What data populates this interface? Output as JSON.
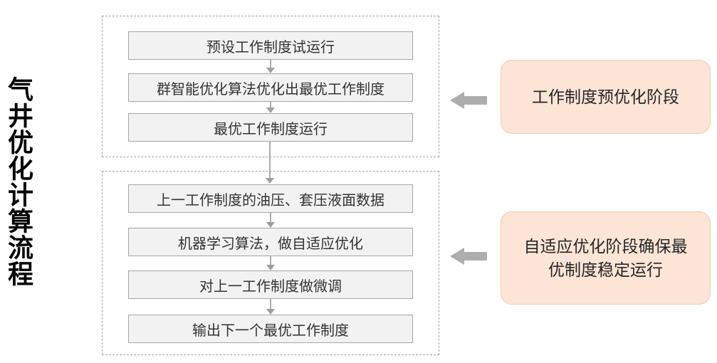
{
  "title": {
    "text": "气井优化计算流程"
  },
  "colors": {
    "box_fill": "#f2f2f2",
    "box_border": "#a6a6a6",
    "stage_dashed_border": "#a6a6a6",
    "connector_arrow": "#ababab",
    "block_arrow": "#adadad",
    "callout_fill": "#fce4d6",
    "callout_border": "#f5cdb0",
    "title_text": "#000000",
    "box_text": "#333333"
  },
  "stages": [
    {
      "name": "pre-optimization-stage",
      "steps": [
        "预设工作制度试运行",
        "群智能优化算法优化出最优工作制度",
        "最优工作制度运行"
      ]
    },
    {
      "name": "adaptive-optimization-stage",
      "steps": [
        "上一工作制度的油压、套压液面数据",
        "机器学习算法，做自适应优化",
        "对上一工作制度做微调",
        "输出下一个最优工作制度"
      ]
    }
  ],
  "callouts": [
    {
      "label": "工作制度预优化阶段"
    },
    {
      "label": "自适应优化阶段确保最优制度稳定运行"
    }
  ]
}
